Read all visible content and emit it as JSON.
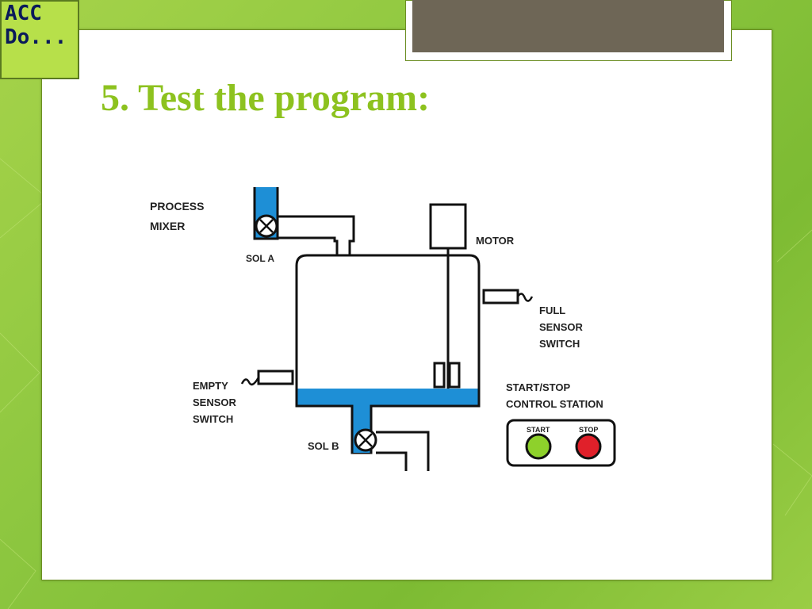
{
  "logo": {
    "line1": "ACC",
    "line2": "Do..."
  },
  "slide": {
    "title": "5. Test the program:"
  },
  "diagram": {
    "labels": {
      "process": "PROCESS",
      "mixer": "MIXER",
      "sol_a": "SOL A",
      "motor": "MOTOR",
      "full": "FULL",
      "full_sensor": "SENSOR",
      "full_switch": "SWITCH",
      "empty": "EMPTY",
      "empty_sensor": "SENSOR",
      "empty_switch": "SWITCH",
      "start_stop": "START/STOP",
      "control_station": "CONTROL STATION",
      "sol_b": "SOL B",
      "start_button": "START",
      "stop_button": "STOP"
    },
    "colors": {
      "liquid": "#1e8fd6",
      "start": "#8ed12b",
      "stop": "#e0202a"
    }
  }
}
